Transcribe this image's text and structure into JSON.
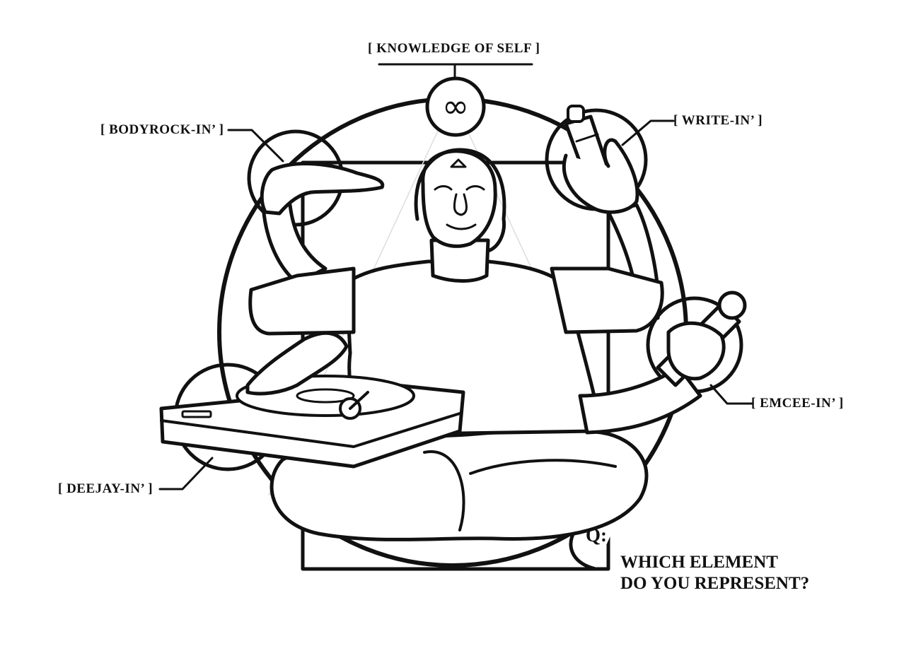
{
  "labels": {
    "knowledge": "[ KNOWLEDGE OF SELF ]",
    "bodyrock": "[ BODYROCK-IN’ ]",
    "write": "[ WRITE-IN’ ]",
    "emcee": "[ EMCEE-IN’ ]",
    "deejay": "[ DEEJAY-IN’ ]"
  },
  "infinity_symbol": "∞",
  "q_label": "Q:",
  "question": {
    "line1": "WHICH ELEMENT",
    "line2": "DO YOU REPRESENT?"
  },
  "colors": {
    "ink": "#111111",
    "paper": "#ffffff"
  },
  "icons": [
    "infinity-icon",
    "turntable-icon",
    "spray-can-icon",
    "microphone-icon"
  ]
}
